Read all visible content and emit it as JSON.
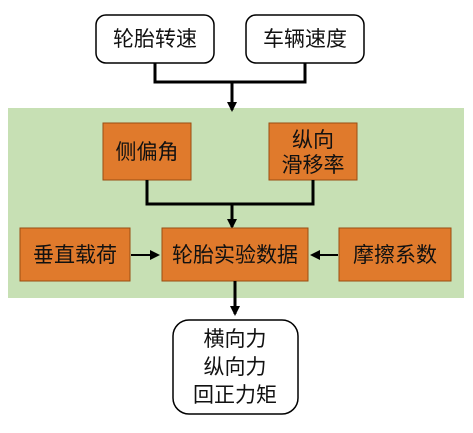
{
  "inputs": {
    "tire_speed": "轮胎转速",
    "vehicle_speed": "车辆速度"
  },
  "factors": {
    "slip_angle": "侧偏角",
    "longitudinal_slip_line1": "纵向",
    "longitudinal_slip_line2": "滑移率",
    "vertical_load": "垂直载荷",
    "tire_test_data": "轮胎实验数据",
    "friction_coefficient": "摩擦系数"
  },
  "outputs": {
    "line1": "横向力",
    "line2": "纵向力",
    "line3": "回正力矩"
  },
  "colors": {
    "green_panel": "#c7e0b4",
    "orange_box": "#e07a2c",
    "orange_border": "#9a4d12",
    "line": "#000000"
  }
}
